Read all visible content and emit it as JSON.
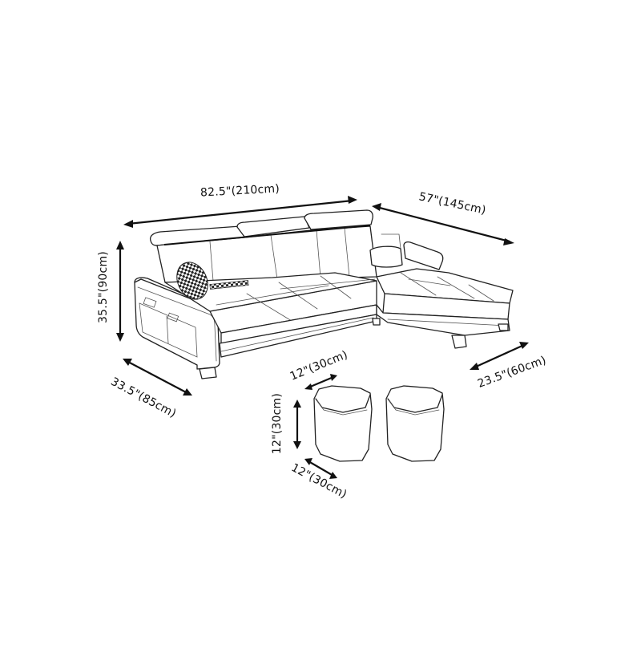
{
  "diagram": {
    "subject": "L-shaped sectional sofa with two ottomans",
    "dimensions": {
      "sofa_length": "82.5\"(210cm)",
      "chaise_length": "57\"(145cm)",
      "sofa_height": "35.5\"(90cm)",
      "sofa_depth": "33.5\"(85cm)",
      "chaise_width": "23.5\"(60cm)",
      "ottoman_width": "12\"(30cm)",
      "ottoman_height": "12\"(30cm)",
      "ottoman_depth": "12\"(30cm)"
    },
    "ottoman_count": 2,
    "colors": {
      "line": "#222222",
      "background": "#ffffff"
    }
  }
}
